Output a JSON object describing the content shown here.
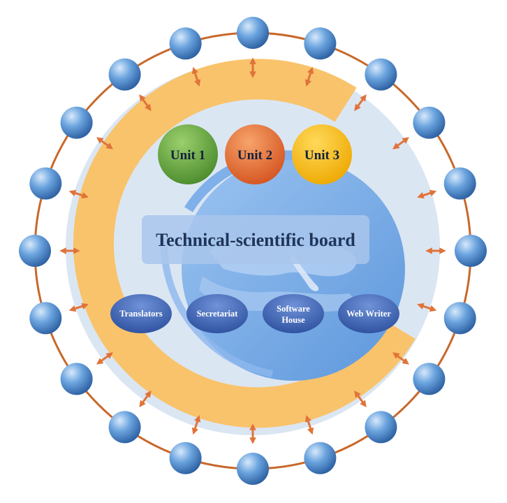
{
  "units": [
    {
      "label": "Unit 1",
      "color": "#5a9a3a"
    },
    {
      "label": "Unit 2",
      "color": "#e2632a"
    },
    {
      "label": "Unit 3",
      "color": "#f4b400"
    }
  ],
  "board": {
    "label": "Technical-scientific board"
  },
  "services": [
    {
      "lines": [
        "Translators"
      ]
    },
    {
      "lines": [
        "Secretariat"
      ]
    },
    {
      "lines": [
        "Software",
        "House"
      ]
    },
    {
      "lines": [
        "Web Writer"
      ]
    }
  ],
  "ring": {
    "node_count": 20
  },
  "colors": {
    "ring": "#c8682a",
    "arrow": "#e0733a",
    "node": "#3f7fc6",
    "arc": "#f9c36b",
    "inner_disc": "#dbe6f3",
    "globe": "#7fb0ea",
    "service": "#3a5fb5"
  }
}
